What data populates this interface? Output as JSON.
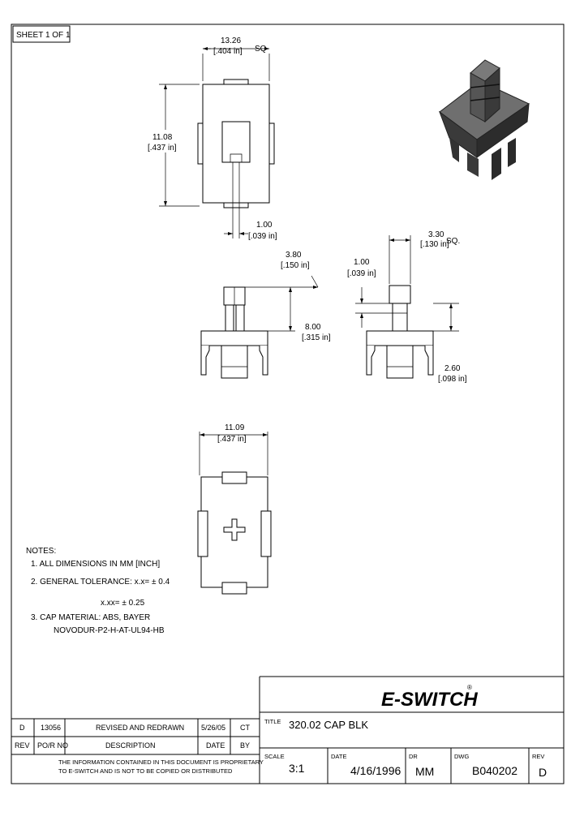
{
  "sheet_label": "SHEET 1 OF 1",
  "dimensions": {
    "top_width": {
      "mm": "13.26",
      "inch": "[.404 in]",
      "suffix": "SQ"
    },
    "top_height": {
      "mm": "11.08",
      "inch": "[.437 in]"
    },
    "slot_width": {
      "mm": "1.00",
      "inch": "[.039 in]"
    },
    "stem_width": {
      "mm": "3.80",
      "inch": "[.150 in]"
    },
    "overall_height": {
      "mm": "8.00",
      "inch": "[.315 in]"
    },
    "side_stem": {
      "mm": "1.00",
      "inch": "[.039 in]"
    },
    "side_square": {
      "mm": "3.30",
      "inch": "[.130 in]",
      "suffix": "SQ."
    },
    "side_leg": {
      "mm": "2.60",
      "inch": "[.098 in]"
    },
    "bottom_width": {
      "mm": "11.09",
      "inch": "[.437 in]"
    }
  },
  "notes": {
    "heading": "NOTES:",
    "line1": "1. ALL DIMENSIONS IN MM [INCH]",
    "line2": "2. GENERAL TOLERANCE: x.x= ± 0.4",
    "line3": "x.xx= ± 0.25",
    "line4": "3. CAP MATERIAL: ABS, BAYER",
    "line5": "NOVODUR-P2-H-AT-UL94-HB"
  },
  "logo": {
    "text": "E-SWITCH",
    "mark": "®"
  },
  "revision_table": {
    "row": {
      "rev": "D",
      "po": "13056",
      "description": "REVISED AND REDRAWN",
      "date": "5/26/05",
      "by": "CT"
    },
    "headers": {
      "rev": "REV",
      "po": "PO/R NO",
      "description": "DESCRIPTION",
      "date": "DATE",
      "by": "BY"
    },
    "proprietary_line1": "THE INFORMATION CONTAINED IN THIS DOCUMENT IS PROPRIETARY",
    "proprietary_line2": "TO E-SWITCH AND IS NOT TO BE COPIED OR DISTRIBUTED"
  },
  "title_block": {
    "title_label": "TITLE",
    "title_value": "320.02 CAP BLK",
    "scale_label": "SCALE",
    "scale_value": "3:1",
    "date_label": "DATE",
    "date_value": "4/16/1996",
    "dr_label": "DR",
    "dr_value": "MM",
    "dwg_label": "DWG",
    "dwg_value": "B040202",
    "rev_label": "REV",
    "rev_value": "D"
  },
  "colors": {
    "line": "#000000",
    "paper": "#ffffff",
    "iso_top": "#6f6f6f",
    "iso_side": "#3a3a3a",
    "iso_dark": "#222222"
  }
}
